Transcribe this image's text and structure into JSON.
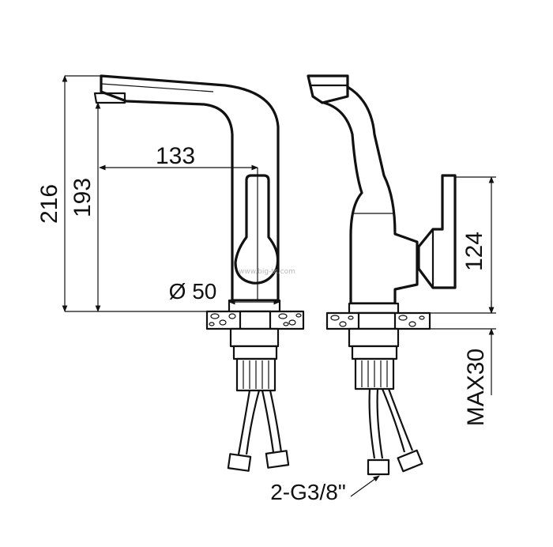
{
  "drawing": {
    "dimensions": {
      "total_height": "216",
      "spout_height": "193",
      "spout_reach": "133",
      "base_diameter": "Ø 50",
      "handle_height": "124",
      "max_deck_thickness": "MAX30",
      "hose_connection": "2-G3/8\""
    },
    "watermark": "www.big-tc.com"
  }
}
